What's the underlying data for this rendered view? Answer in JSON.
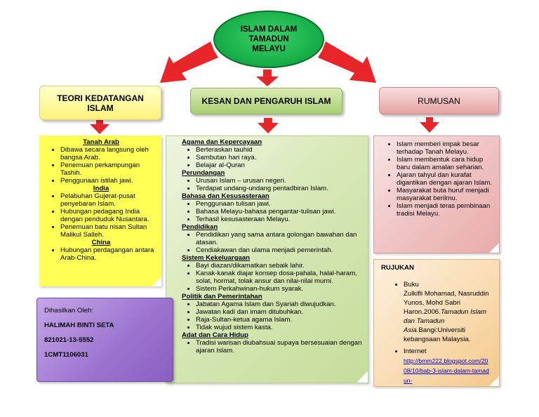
{
  "title": "ISLAM DALAM TAMADUN MELAYU",
  "headers": {
    "left": "TEORI KEDATANGAN ISLAM",
    "middle": "KESAN DAN PENGARUH ISLAM",
    "right": "RUMUSAN"
  },
  "theories": [
    {
      "heading": "Tanah Arab",
      "items": [
        "Dibawa secara langsung oleh bangsa Arab.",
        "Penemuan perkampungan Tashih.",
        "Penggunaan istilah jawi."
      ]
    },
    {
      "heading": "India",
      "items": [
        "Pelabuhan Gujerat-pusat penyebaran Islam.",
        "Hubungan pedagang India dengan penduduk Nusantara.",
        "Penemuan batu nisan Sultan Malikul Salleh."
      ]
    },
    {
      "heading": "China",
      "items": [
        "Hubungan perdagangan antara Arab-China."
      ]
    }
  ],
  "effects": [
    {
      "heading": "Agama dan Kepercayaan",
      "items": [
        "Berteraskan tauhid",
        "Sambutan hari raya.",
        "Belajar al-Quran"
      ]
    },
    {
      "heading": "Perundangan",
      "items": [
        "Urusan Islam – urusan negeri.",
        "Terdapat undang-undang pentadbiran Islam."
      ]
    },
    {
      "heading": "Bahasa dan Kesusasteraan",
      "items": [
        "Penggunaan tulisan jawi.",
        "Bahasa Melayu-bahasa pengantar-tulisan jawi.",
        "Terhasil kesusasteraan Melayu."
      ]
    },
    {
      "heading": "Pendidikan",
      "items": [
        "Pendidikan yang sama antara golongan bawahan dan atasan.",
        "Cendiakawan dan ulama menjadi pemerintah."
      ]
    },
    {
      "heading": "Sistem Kekeluargaan",
      "items": [
        "Bayi diazan/dikamatkan sebaik lahir.",
        "Kanak-kanak diajar konsep dosa-pahala, halal-haram, solat, hormat, tolak ansur dan nilai-nilai murni.",
        "Sistem Perkahwinan-hukum syarak."
      ]
    },
    {
      "heading": "Politik dan Pemerintahan",
      "items": [
        "Jabatan Agama Islam dan Syariah diwujudkan.",
        "Jawatan kadi dan imam ditubuhkan.",
        "Raja-Sultan-ketua agama Islam.",
        "Tidak wujud sistem kasta."
      ]
    },
    {
      "heading": "Adat dan Cara Hidup",
      "items": [
        "Tradisi warisan diubahsuai supaya bersesuaian dengan ajaran Islam."
      ]
    }
  ],
  "summary": [
    "Islam memberi impak besar terhadap Tanah Melayu.",
    "Islam membentuk cara hidup baru dalam amalan seharian.",
    "Ajaran tahyul dan kurafat digantikan dengan ajaran Islam.",
    "Masyarakat buta huruf menjadi masyarakat berilmu.",
    "Islam menjadi teras pembinaan tradisi Melayu."
  ],
  "author": {
    "label": "Dihasilkan Oleh:",
    "name": "HALIMAH BINTI SETA",
    "ic": "821021-13-5552",
    "id": "1CMT1106031"
  },
  "references": {
    "title": "RUJUKAN",
    "book_label": "Buku",
    "book_text": "Zulkifli Mohamad, Nasruddin Yunos, Mohd Sabri Haron.2006.",
    "book_title": "Tamadun Islam dan Tamadun Asia.",
    "book_publisher": "Bangi:Universiti kebangsaan Malaysia.",
    "internet_label": "Internet",
    "link": "http://bmm222.blogspot.com/2008/10/bab-3-islam-dalam-tamadun-"
  },
  "colors": {
    "arrow": "#e8262a",
    "oval": "#18b24a",
    "left_panel": "#ffff55",
    "author_panel": "#9b73cf"
  }
}
